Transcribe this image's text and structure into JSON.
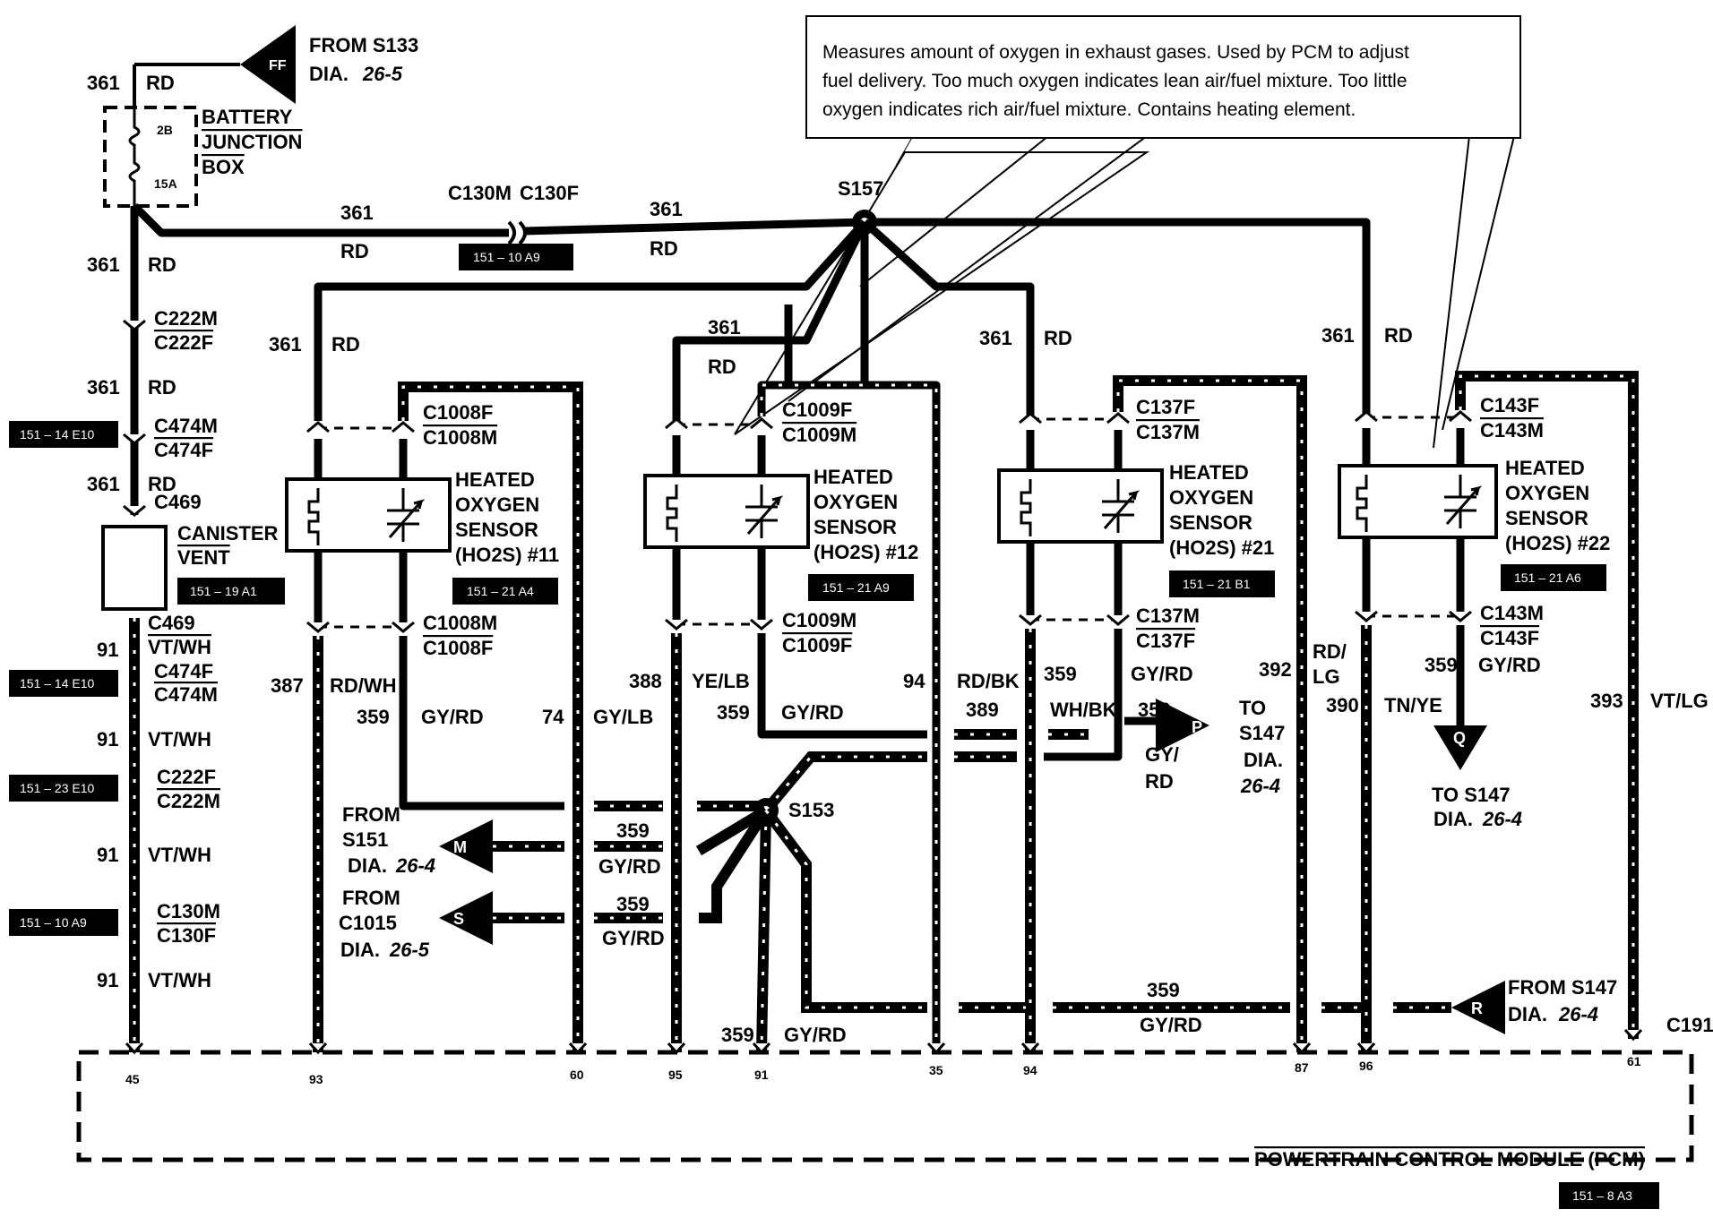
{
  "callout": {
    "lines": [
      "Measures amount of oxygen in exhaust gases. Used by PCM to adjust",
      "fuel delivery. Too much oxygen indicates lean air/fuel mixture. Too little",
      "oxygen indicates rich air/fuel mixture. Contains heating element."
    ]
  },
  "source": {
    "tag": "FF",
    "from": "FROM S133",
    "dia": "DIA.",
    "dia_ref": "26-5"
  },
  "battery_box": {
    "label1": "BATTERY",
    "label2": "JUNCTION",
    "label3": "BOX",
    "fuse_no": "2B",
    "fuse_amp": "15A"
  },
  "left_column": {
    "c361": "361",
    "rd": "RD",
    "c222m": "C222M",
    "c222f": "C222F",
    "c474m": "C474M",
    "c474f": "C474F",
    "c469": "C469",
    "canister1": "CANISTER",
    "canister2": "VENT",
    "c91": "91",
    "vtwh": "VT/WH",
    "c130m": "C130M",
    "c130f": "C130F"
  },
  "badges": {
    "b1": "151 – 14 E10",
    "b2": "151 – 19 A1",
    "b3": "151 – 14 E10",
    "b4": "151 – 23 E10",
    "b5": "151 – 10 A9",
    "b6": "151 – 10 A9",
    "b7": "151 – 21 A4",
    "b8": "151 – 21 A9",
    "b9": "151 – 21 B1",
    "b10": "151 – 21 A6",
    "b11": "151 – 8 A3"
  },
  "top_bus": {
    "c130m": "C130M",
    "c130f": "C130F",
    "s157": "S157",
    "c361": "361",
    "rd": "RD"
  },
  "sensors": [
    {
      "title1": "HEATED",
      "title2": "OXYGEN",
      "title3": "SENSOR",
      "title4": "(HO2S) #11",
      "top_f": "C1008F",
      "top_m": "C1008M",
      "bot_m": "C1008M",
      "bot_f": "C1008F"
    },
    {
      "title1": "HEATED",
      "title2": "OXYGEN",
      "title3": "SENSOR",
      "title4": "(HO2S) #12",
      "top_f": "C1009F",
      "top_m": "C1009M",
      "bot_m": "C1009M",
      "bot_f": "C1009F"
    },
    {
      "title1": "HEATED",
      "title2": "OXYGEN",
      "title3": "SENSOR",
      "title4": "(HO2S) #21",
      "top_f": "C137F",
      "top_m": "C137M",
      "bot_m": "C137M",
      "bot_f": "C137F"
    },
    {
      "title1": "HEATED",
      "title2": "OXYGEN",
      "title3": "SENSOR",
      "title4": "(HO2S) #22",
      "top_f": "C143F",
      "top_m": "C143M",
      "bot_m": "C143M",
      "bot_f": "C143F"
    }
  ],
  "wires": {
    "w387": "387",
    "rdwh": "RD/WH",
    "w359": "359",
    "gyrd": "GY/RD",
    "w74": "74",
    "gylb": "GY/LB",
    "w388": "388",
    "yelb": "YE/LB",
    "w94": "94",
    "rdbk": "RD/BK",
    "w389": "389",
    "whbk": "WH/BK",
    "w392": "392",
    "rdlg1": "RD/",
    "rdlg2": "LG",
    "w390": "390",
    "tnye": "TN/YE",
    "w393": "393",
    "vtlg": "VT/LG",
    "w361": "361",
    "rd": "RD",
    "gy": "GY/",
    "rd2": "RD"
  },
  "refs": {
    "m_tag": "M",
    "from_s151_1": "FROM",
    "from_s151_2": "S151",
    "dia": "DIA.",
    "dia_264": "26-4",
    "s_tag": "S",
    "from_c1015_1": "FROM",
    "from_c1015_2": "C1015",
    "dia_265": "26-5",
    "s153": "S153",
    "p_tag": "P",
    "to": "TO",
    "to_s147": "S147",
    "q_tag": "Q",
    "to_s147_full": "TO S147",
    "r_tag": "R",
    "from_s147": "FROM S147"
  },
  "pcm": {
    "label": "POWERTRAIN CONTROL MODULE (PCM)",
    "connector": "C191",
    "pins": [
      "45",
      "93",
      "60",
      "95",
      "91",
      "35",
      "94",
      "87",
      "96",
      "61"
    ]
  }
}
